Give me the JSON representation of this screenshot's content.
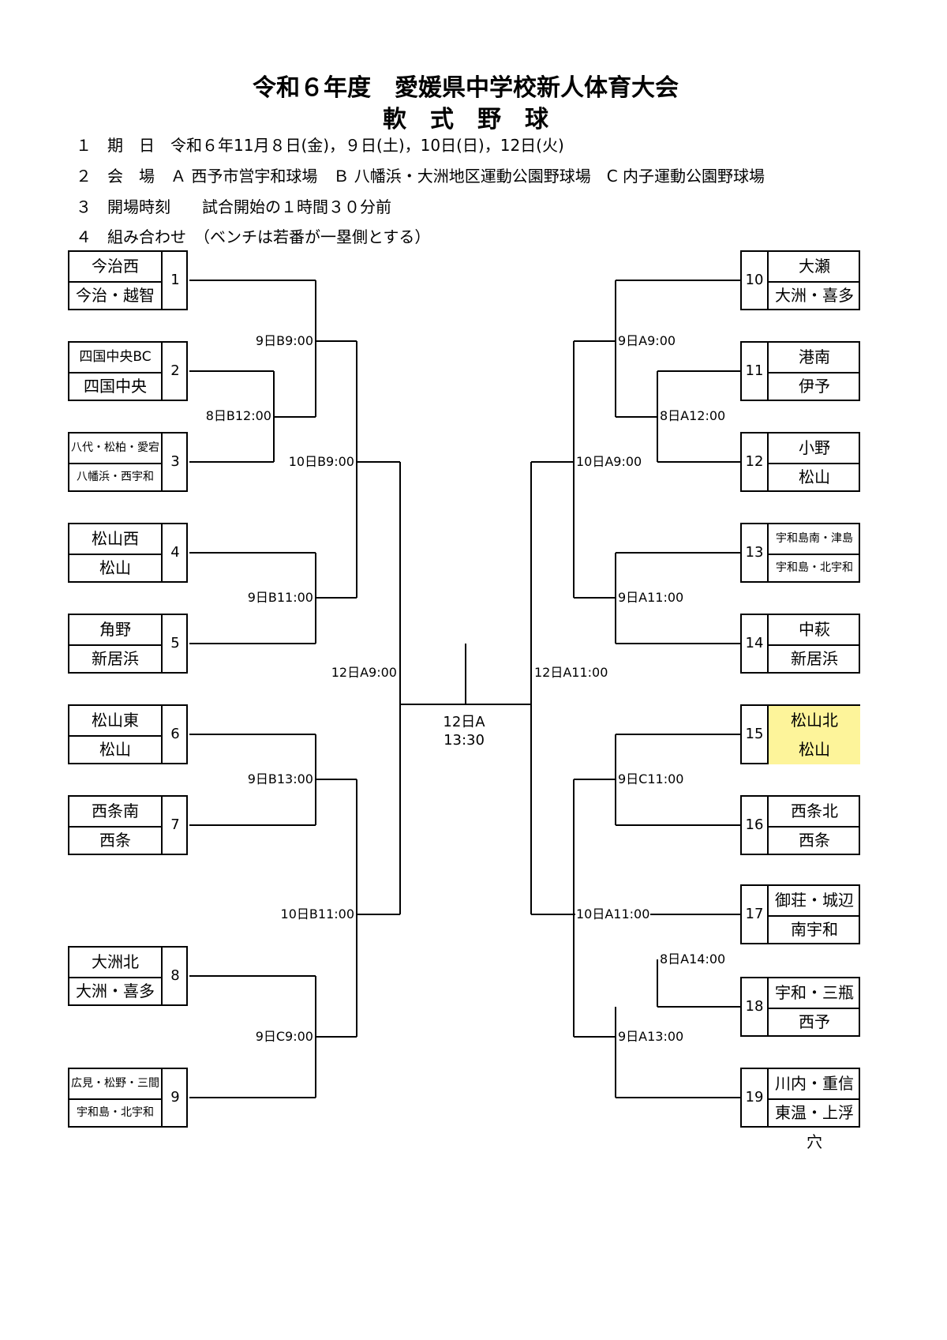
{
  "header": {
    "title_line1": "令和６年度　愛媛県中学校新人体育大会",
    "title_line2": "軟　式　野　球"
  },
  "info": [
    "１　期　日　令和６年11月８日(金)，９日(土)，10日(日)，12日(火)",
    "２　会　場　Ａ 西予市営宇和球場　Ｂ 八幡浜・大洲地区運動公園野球場　C 内子運動公園野球場",
    "３　開場時刻　　試合開始の１時間３０分前",
    "４　組み合わせ　（ベンチは若番が一塁側とする）"
  ],
  "left_teams": [
    {
      "num": "1",
      "top": "今治西",
      "bottom": "今治・越智"
    },
    {
      "num": "2",
      "top": "四国中央BC",
      "bottom": "四国中央"
    },
    {
      "num": "3",
      "top": "八代・松柏・愛宕",
      "bottom": "八幡浜・西宇和"
    },
    {
      "num": "4",
      "top": "松山西",
      "bottom": "松山"
    },
    {
      "num": "5",
      "top": "角野",
      "bottom": "新居浜"
    },
    {
      "num": "6",
      "top": "松山東",
      "bottom": "松山"
    },
    {
      "num": "7",
      "top": "西条南",
      "bottom": "西条"
    },
    {
      "num": "8",
      "top": "大洲北",
      "bottom": "大洲・喜多"
    },
    {
      "num": "9",
      "top": "広見・松野・三間",
      "bottom": "宇和島・北宇和"
    }
  ],
  "right_teams": [
    {
      "num": "10",
      "top": "大瀬",
      "bottom": "大洲・喜多"
    },
    {
      "num": "11",
      "top": "港南",
      "bottom": "伊予"
    },
    {
      "num": "12",
      "top": "小野",
      "bottom": "松山"
    },
    {
      "num": "13",
      "top": "宇和島南・津島",
      "bottom": "宇和島・北宇和"
    },
    {
      "num": "14",
      "top": "中萩",
      "bottom": "新居浜"
    },
    {
      "num": "15",
      "top": "松山北",
      "bottom": "松山"
    },
    {
      "num": "16",
      "top": "西条北",
      "bottom": "西条"
    },
    {
      "num": "17",
      "top": "御荘・城辺",
      "bottom": "南宇和"
    },
    {
      "num": "18",
      "top": "宇和・三瓶",
      "bottom": "西予"
    },
    {
      "num": "19",
      "top": "川内・重信",
      "bottom": "東温・上浮穴"
    }
  ],
  "left_matches": {
    "m_9b900": "9日B9:00",
    "m_8b1200": "8日B12:00",
    "m_10b900": "10日B9:00",
    "m_9b1100": "9日B11:00",
    "m_12a900": "12日A9:00",
    "m_9b1300": "9日B13:00",
    "m_10b1100": "10日B11:00",
    "m_9c900": "9日C9:00"
  },
  "right_matches": {
    "m_9a900": "9日A9:00",
    "m_8a1200": "8日A12:00",
    "m_10a900": "10日A9:00",
    "m_9a1100": "9日A11:00",
    "m_12a1100": "12日A11:00",
    "m_9c1100": "9日C11:00",
    "m_10a1100": "10日A11:00",
    "m_8a1400": "8日A14:00",
    "m_9a1300": "9日A13:00"
  },
  "final": {
    "line1": "12日A",
    "line2": "13:30"
  },
  "colors": {
    "highlight": "#fdf49a",
    "line": "#000000"
  }
}
